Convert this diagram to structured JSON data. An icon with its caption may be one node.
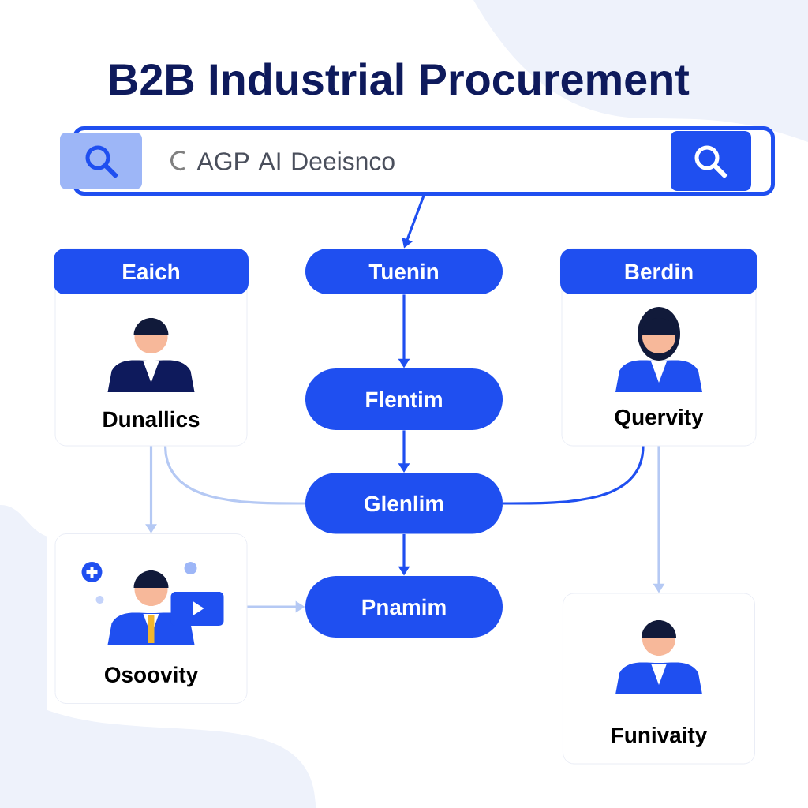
{
  "diagram": {
    "title": "B2B Industrial Procurement",
    "nodes": [
      {
        "text": [
          "AGP AI Deeisnco"
        ]
      },
      {
        "text": [
          "Eaich",
          "Dunallics"
        ]
      },
      {
        "text": [
          "Tuenin"
        ]
      },
      {
        "text": [
          "Berdin",
          "Quervity"
        ]
      },
      {
        "text": [
          "Flentim"
        ]
      },
      {
        "text": [
          "Glenlim"
        ]
      },
      {
        "text": [
          "Osoovity"
        ]
      },
      {
        "text": [
          "Pnamim"
        ]
      },
      {
        "text": [
          "Funivaity"
        ]
      }
    ],
    "edges": [
      {
        "from": 0,
        "to": 2,
        "arrow": "to"
      },
      {
        "from": 2,
        "to": 4,
        "arrow": "to"
      },
      {
        "from": 4,
        "to": 5,
        "arrow": "to"
      },
      {
        "from": 5,
        "to": 7,
        "arrow": "to"
      },
      {
        "from": 1,
        "to": 6,
        "arrow": "to",
        "color": "#b5c9f4"
      },
      {
        "from": 1,
        "to": 5,
        "arrow": "none",
        "color": "#b5c9f4"
      },
      {
        "from": 3,
        "to": 5,
        "arrow": "none"
      },
      {
        "from": 3,
        "to": 8,
        "arrow": "to",
        "color": "#b5c9f4"
      },
      {
        "from": 6,
        "to": 7,
        "arrow": "to",
        "color": "#b5c9f4"
      }
    ]
  }
}
